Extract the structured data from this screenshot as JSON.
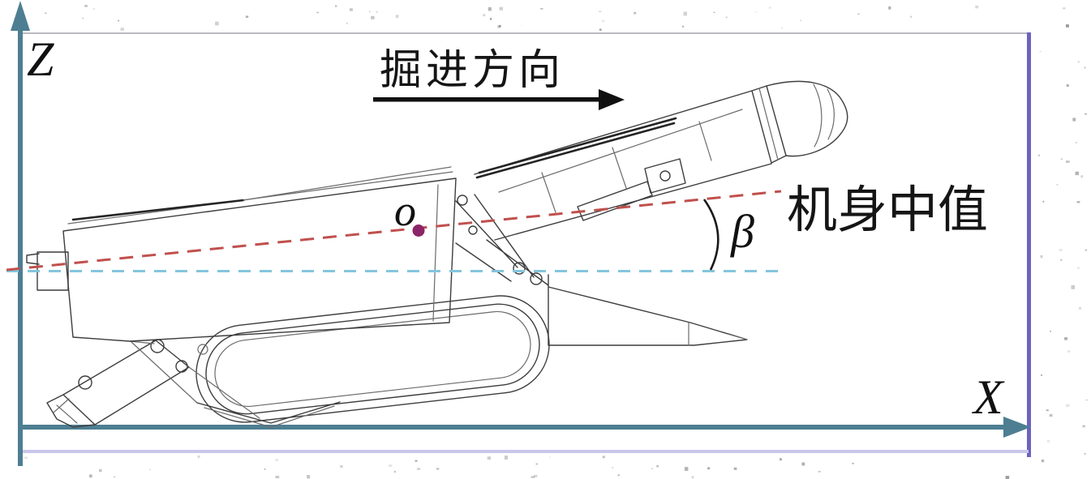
{
  "labels": {
    "z_axis": "Z",
    "x_axis": "X",
    "origin": "o",
    "pitch_angle": "β",
    "heading_direction": "掘进方向",
    "body_centerline": "机身中值"
  },
  "colors": {
    "axis": "#4d7e92",
    "centerline_dashed": "#c0504d",
    "horizontal_reference_dashed": "#85c5dd",
    "origin_point": "#8b2468",
    "origin_point_edge": "#b45f93",
    "direction_arrow": "#111111",
    "angle_arc": "#1a1a1a",
    "border_top": "#b0aeb6",
    "border_right": "#6a63c0",
    "border_bottom": "#c9c6ea",
    "speckle": "#84848f"
  }
}
